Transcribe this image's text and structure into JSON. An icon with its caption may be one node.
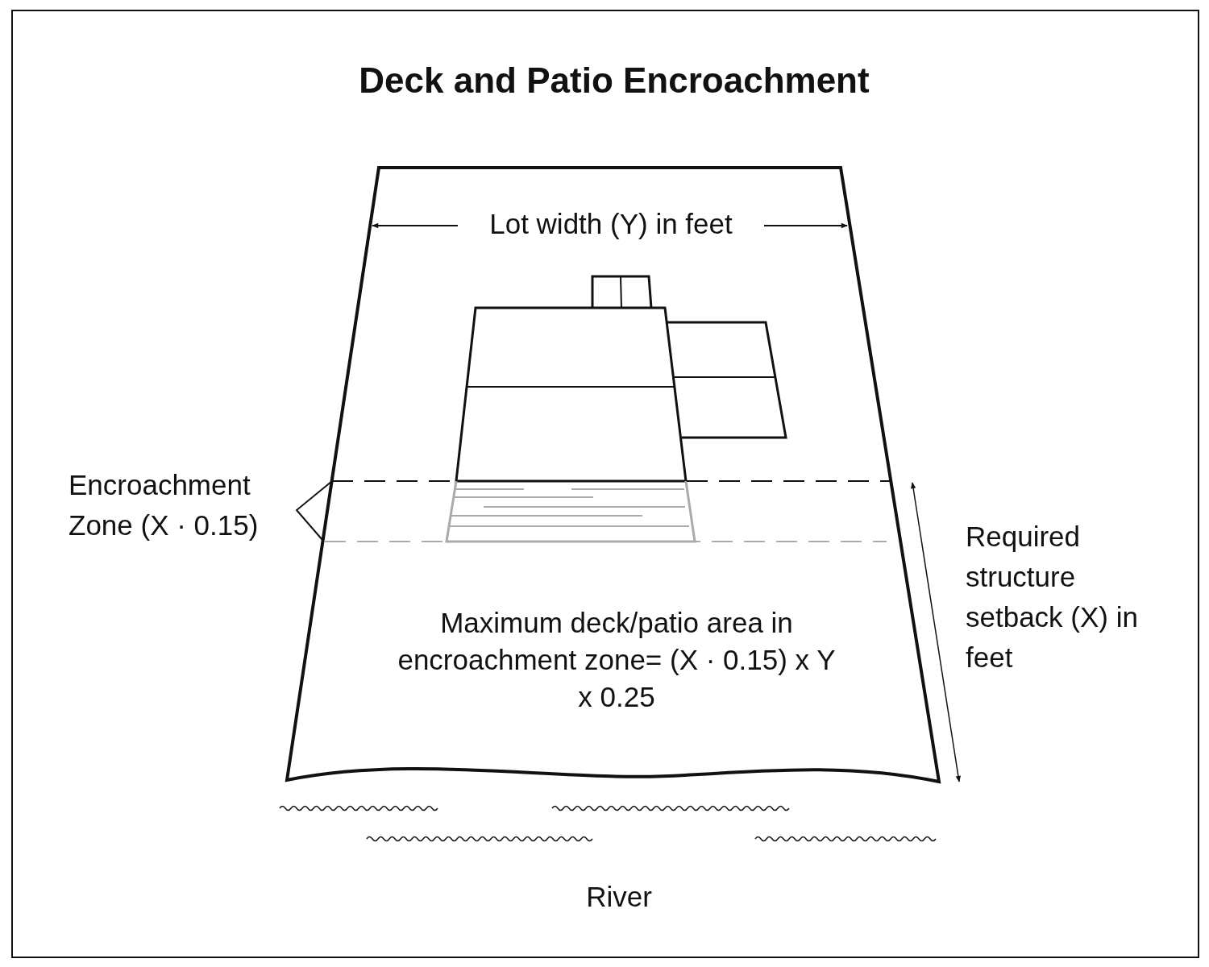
{
  "diagram": {
    "title": "Deck and Patio Encroachment",
    "labels": [
      "Lot width (Y) in feet",
      "Encroachment Zone (X · 0.15)",
      "Required structure setback (X) in feet",
      "Maximum deck/patio area in encroachment zone= (X · 0.15) x Y x 0.25",
      "River"
    ]
  }
}
